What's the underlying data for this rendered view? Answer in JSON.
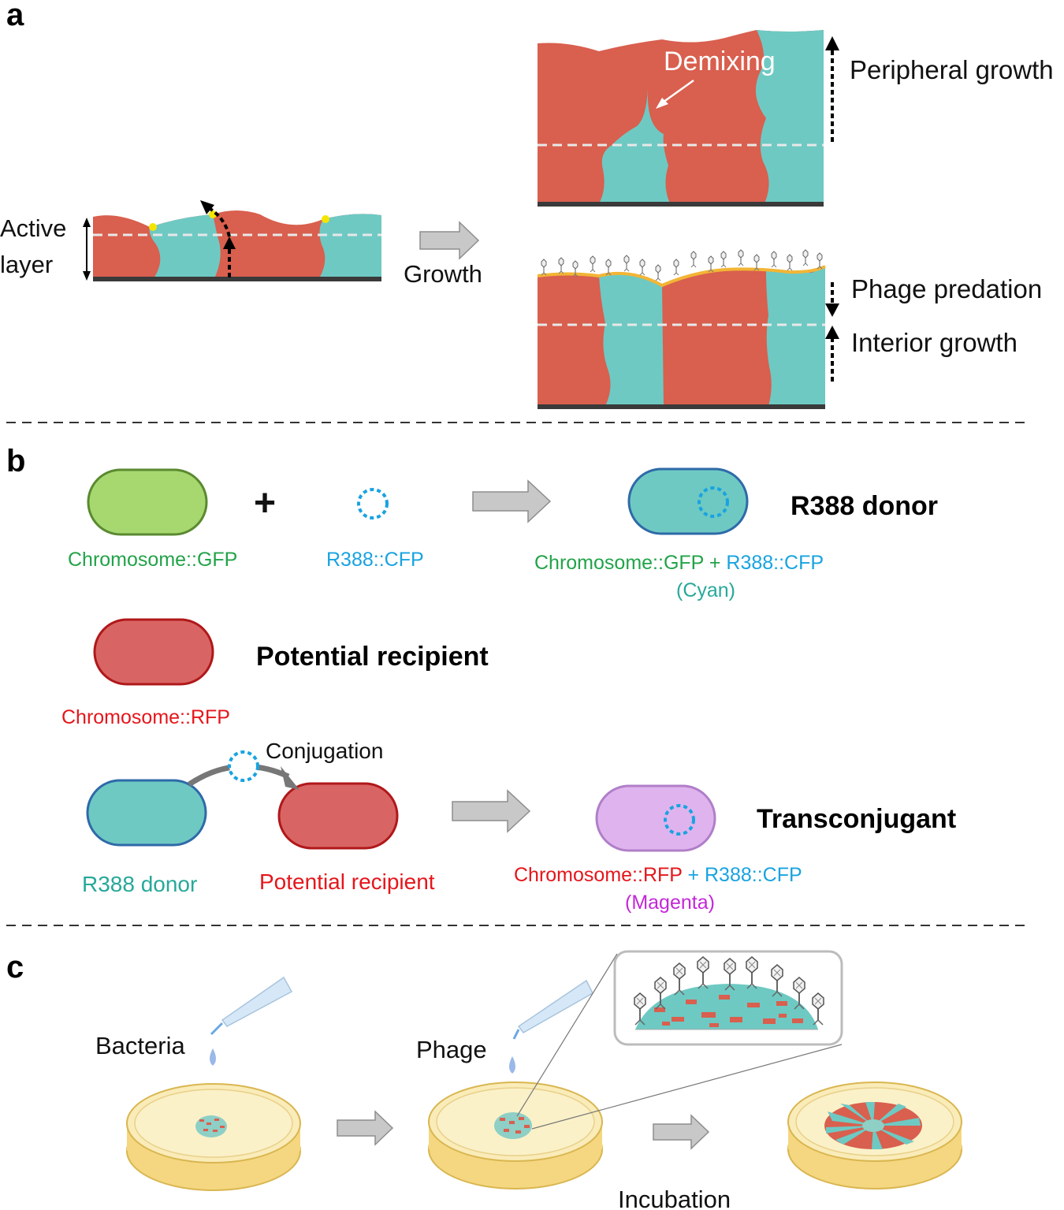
{
  "panels": {
    "a": "a",
    "b": "b",
    "c": "c"
  },
  "panel_a": {
    "active_layer_line1": "Active",
    "active_layer_line2": "layer",
    "growth": "Growth",
    "demixing": "Demixing",
    "peripheral_growth": "Peripheral growth",
    "phage_predation": "Phage predation",
    "interior_growth": "Interior growth"
  },
  "panel_b": {
    "plus": "+",
    "chromosome_gfp": "Chromosome::GFP",
    "r388_cfp": "R388::CFP",
    "r388_donor_title": "R388 donor",
    "donor_label_gfp": "Chromosome::GFP",
    "donor_label_plus": " + ",
    "donor_label_cfp": "R388::CFP",
    "cyan": "(Cyan)",
    "potential_recipient_title": "Potential recipient",
    "chromosome_rfp": "Chromosome::RFP",
    "conjugation": "Conjugation",
    "r388_donor_label": "R388 donor",
    "potential_recipient_label": "Potential recipient",
    "transconjugant_title": "Transconjugant",
    "tc_label_rfp": "Chromosome::RFP",
    "tc_label_plus": " + ",
    "tc_label_cfp": "R388::CFP",
    "magenta": "(Magenta)"
  },
  "panel_c": {
    "bacteria": "Bacteria",
    "phage": "Phage",
    "incubation": "Incubation"
  },
  "colors": {
    "red": "#d95f4e",
    "teal": "#6ec9c3",
    "green_cell": "#a7d870",
    "green_text": "#22a349",
    "blue_text": "#19a3e0",
    "red_text": "#e5161b",
    "teal_text": "#27a89a",
    "magenta_text": "#c427d8",
    "recipient_cell": "#d96464",
    "transconjugant_cell": "#dfb4ee"
  }
}
